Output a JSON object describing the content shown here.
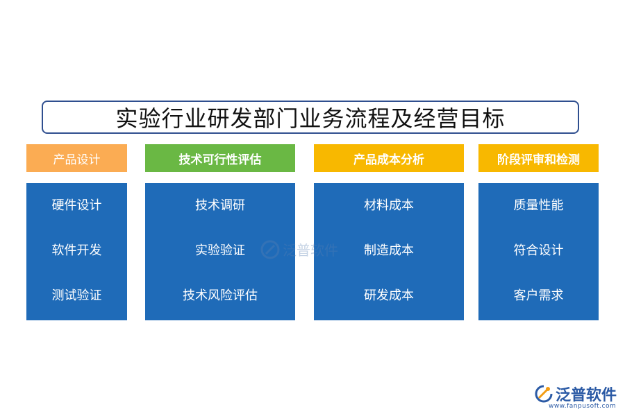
{
  "title": "实验行业研发部门业务流程及经营目标",
  "columns": [
    {
      "header": "产品设计",
      "header_color": "#fbac53",
      "items": [
        "硬件设计",
        "软件开发",
        "测试验证"
      ]
    },
    {
      "header": "技术可行性评估",
      "header_color": "#6ab844",
      "items": [
        "技术调研",
        "实验验证",
        "技术风险评估"
      ]
    },
    {
      "header": "产品成本分析",
      "header_color": "#f8b800",
      "items": [
        "材料成本",
        "制造成本",
        "研发成本"
      ]
    },
    {
      "header": "阶段评审和检测",
      "header_color": "#f8b800",
      "items": [
        "质量性能",
        "符合设计",
        "客户需求"
      ]
    }
  ],
  "body_color": "#1f6bb8",
  "watermark": {
    "text": "泛普软件",
    "icon": "fanpu-logo-icon"
  },
  "logo": {
    "text": "泛普软件",
    "url": "www.fanpusoft.com",
    "icon": "fanpu-logo-icon"
  }
}
